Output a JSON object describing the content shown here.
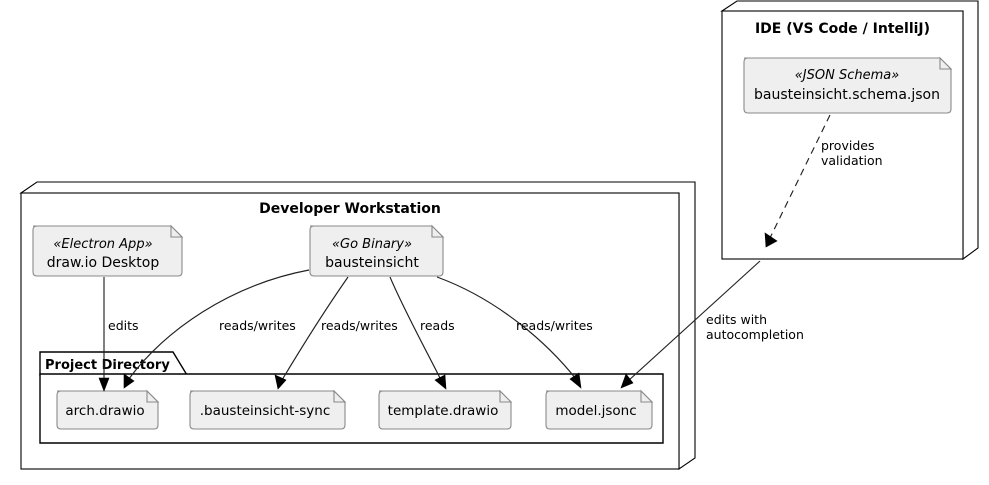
{
  "diagram": {
    "type": "uml-deployment-diagram",
    "title": "",
    "background_color": "#ffffff",
    "node_fill": "#ffffff",
    "artifact_fill": "#efefef",
    "artifact_stroke": "#8a8a8a",
    "line_color": "#222222"
  },
  "nodes": {
    "ide": {
      "label": "IDE (VS Code / IntelliJ)",
      "artifact": {
        "stereotype": "«JSON Schema»",
        "name": "bausteinsicht.schema.json",
        "icon": "document-icon"
      }
    },
    "workstation": {
      "label": "Developer Workstation",
      "artifacts": [
        {
          "stereotype": "«Electron App»",
          "name": "draw.io Desktop",
          "icon": "document-icon"
        },
        {
          "stereotype": "«Go Binary»",
          "name": "bausteinsicht",
          "icon": "document-icon"
        }
      ],
      "package": {
        "label": "Project Directory",
        "files": [
          {
            "name": "arch.drawio"
          },
          {
            "name": ".bausteinsicht-sync"
          },
          {
            "name": "template.drawio"
          },
          {
            "name": "model.jsonc"
          }
        ]
      }
    }
  },
  "edges": [
    {
      "id": "edits",
      "label": "edits",
      "style": "solid",
      "from": "draw.io Desktop",
      "to": "arch.drawio"
    },
    {
      "id": "rw-arch",
      "label": "reads/writes",
      "style": "solid",
      "from": "bausteinsicht",
      "to": "arch.drawio"
    },
    {
      "id": "rw-sync",
      "label": "reads/writes",
      "style": "solid",
      "from": "bausteinsicht",
      "to": ".bausteinsicht-sync"
    },
    {
      "id": "reads-template",
      "label": "reads",
      "style": "solid",
      "from": "bausteinsicht",
      "to": "template.drawio"
    },
    {
      "id": "rw-model",
      "label": "reads/writes",
      "style": "solid",
      "from": "bausteinsicht",
      "to": "model.jsonc"
    },
    {
      "id": "provides-validation",
      "label_line1": "provides",
      "label_line2": "validation",
      "style": "dashed",
      "from": "bausteinsicht.schema.json",
      "to": "IDE edge"
    },
    {
      "id": "edits-autocompletion",
      "label_line1": "edits with",
      "label_line2": "autocompletion",
      "style": "solid",
      "from": "IDE (VS Code / IntelliJ)",
      "to": "model.jsonc"
    }
  ]
}
